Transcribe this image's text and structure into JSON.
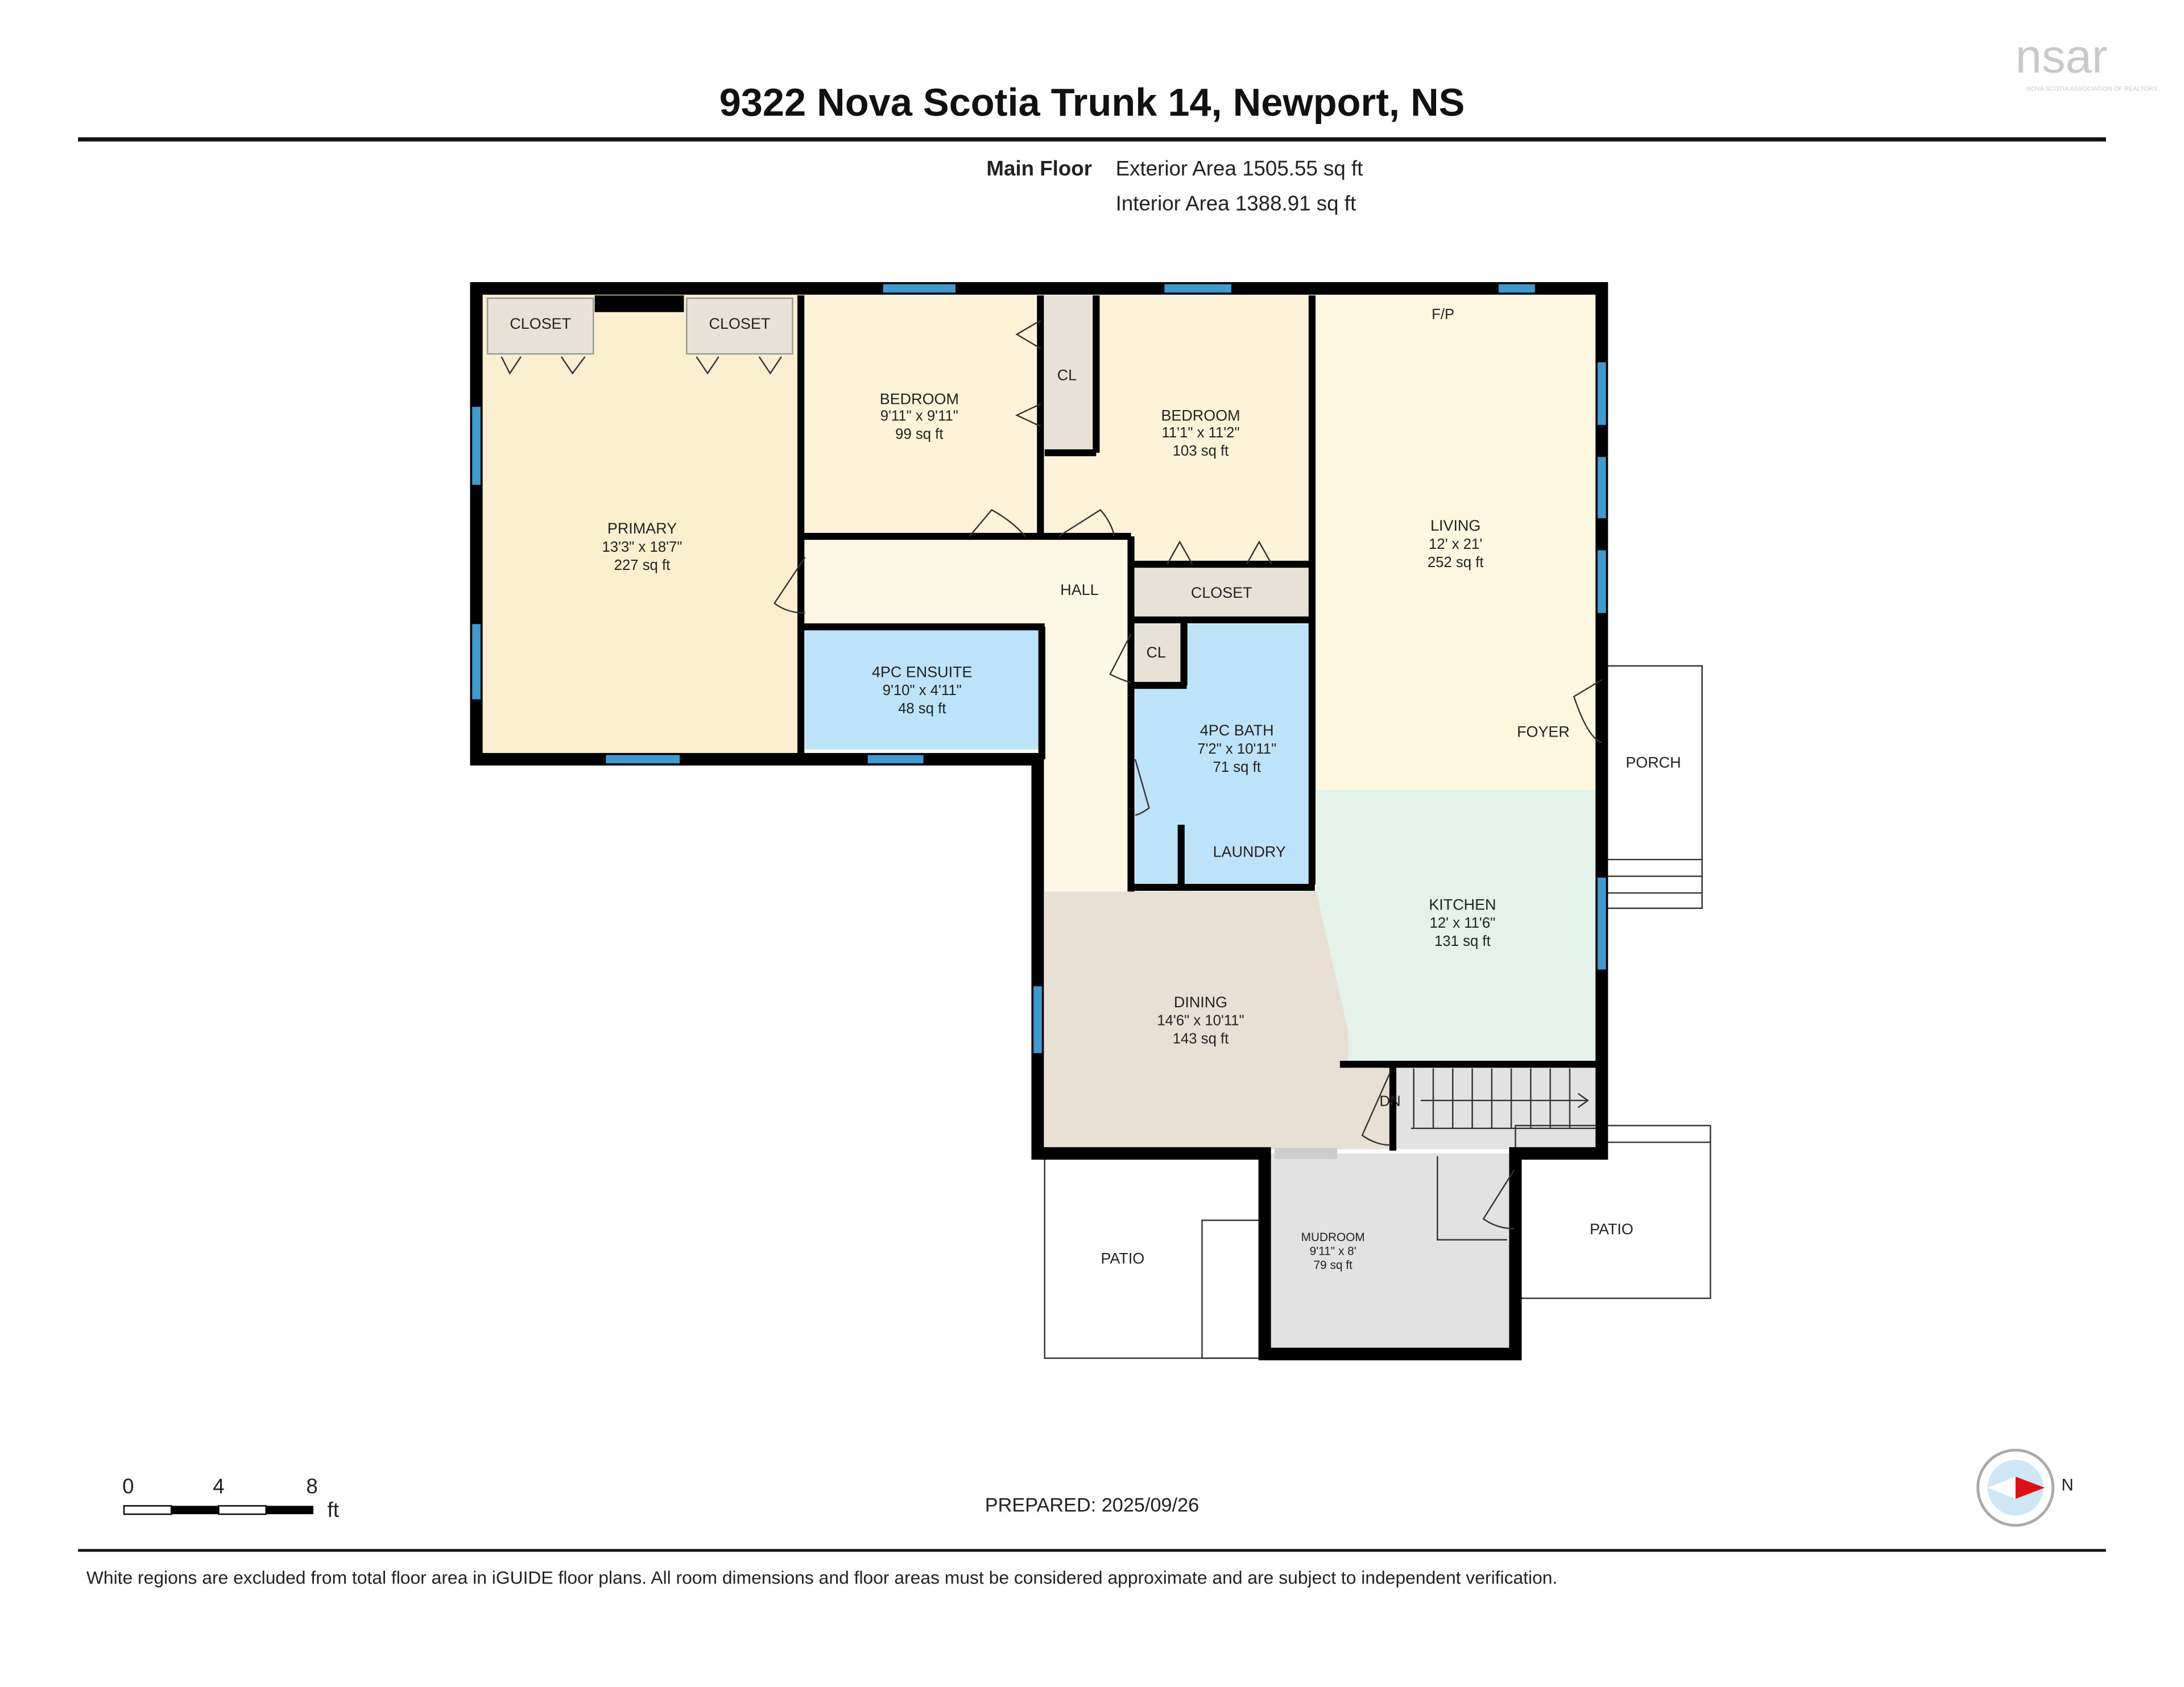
{
  "header": {
    "title": "9322 Nova Scotia Trunk 14, Newport, NS",
    "floor_label": "Main Floor",
    "exterior_area": "Exterior Area 1505.55 sq ft",
    "interior_area": "Interior Area 1388.91 sq ft"
  },
  "logo": {
    "text": "nsar",
    "subtitle": "NOVA SCOTIA ASSOCIATION OF REALTORS"
  },
  "rooms": {
    "closet1": "CLOSET",
    "closet2": "CLOSET",
    "primary": {
      "name": "PRIMARY",
      "dims": "13'3\" x 18'7\"",
      "area": "227 sq ft"
    },
    "bedroom1": {
      "name": "BEDROOM",
      "dims": "9'11\" x 9'11\"",
      "area": "99 sq ft"
    },
    "cl1": "CL",
    "bedroom2": {
      "name": "BEDROOM",
      "dims": "11'1\" x 11'2\"",
      "area": "103 sq ft"
    },
    "fp": "F/P",
    "living": {
      "name": "LIVING",
      "dims": "12' x 21'",
      "area": "252 sq ft"
    },
    "hall": "HALL",
    "closet3": "CLOSET",
    "cl2": "CL",
    "ensuite": {
      "name": "4PC ENSUITE",
      "dims": "9'10\" x 4'11\"",
      "area": "48 sq ft"
    },
    "bath": {
      "name": "4PC BATH",
      "dims": "7'2\" x 10'11\"",
      "area": "71 sq ft"
    },
    "laundry": "LAUNDRY",
    "foyer": "FOYER",
    "porch": "PORCH",
    "kitchen": {
      "name": "KITCHEN",
      "dims": "12' x 11'6\"",
      "area": "131 sq ft"
    },
    "dining": {
      "name": "DINING",
      "dims": "14'6\" x 10'11\"",
      "area": "143 sq ft"
    },
    "dn": "DN",
    "mudroom": {
      "name": "MUDROOM",
      "dims": "9'11\" x 8'",
      "area": "79 sq ft"
    },
    "patio1": "PATIO",
    "patio2": "PATIO"
  },
  "scale": {
    "t0": "0",
    "t1": "4",
    "t2": "8",
    "unit": "ft"
  },
  "prepared": "PREPARED: 2025/09/26",
  "compass": {
    "label": "N"
  },
  "footer": "White regions are excluded from total floor area in iGUIDE floor plans. All room dimensions and floor areas must be considered approximate and are subject to independent verification.",
  "colors": {
    "primary": "#fcefcf",
    "bedroom": "#fdf3d8",
    "living": "#fdf7e0",
    "hall": "#fdf8e4",
    "bath": "#bde3fb",
    "kitchen": "#e4f3ea",
    "dining": "#e8e1d3",
    "mudroom": "#e2e2e2",
    "closet": "#e8e2d6",
    "window": "#3d9bd1"
  }
}
